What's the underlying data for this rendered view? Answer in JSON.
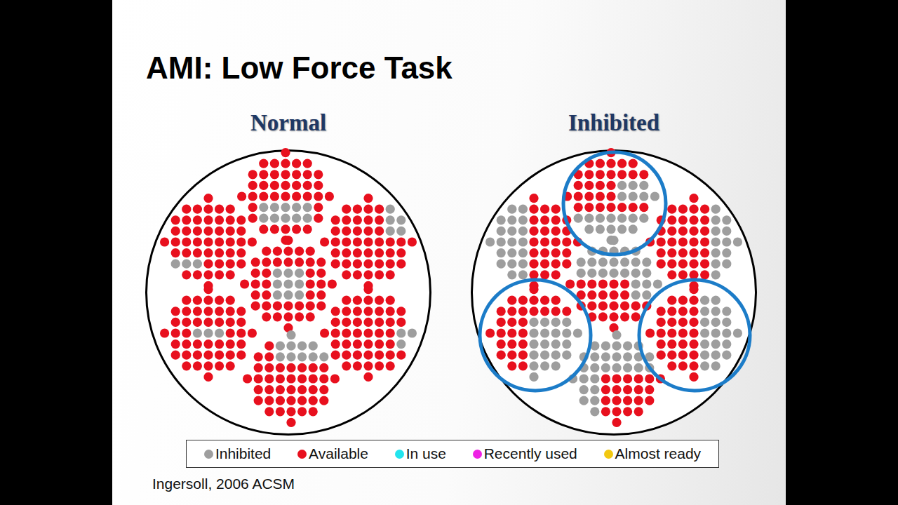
{
  "diagram": {
    "title": "AMI: Low Force Task",
    "nodes": [
      {
        "text": [
          "Normal"
        ]
      },
      {
        "text": [
          "Inhibited"
        ]
      }
    ],
    "labels": [
      "Ingersoll, 2006 ACSM"
    ],
    "legend": [
      {
        "text": "Inhibited",
        "color": "#9e9e9e"
      },
      {
        "text": "Available",
        "color": "#e8101e"
      },
      {
        "text": "In use",
        "color": "#22e4ee"
      },
      {
        "text": "Recently used",
        "color": "#ee22e4"
      },
      {
        "text": "Almost ready",
        "color": "#f2c811"
      }
    ]
  }
}
